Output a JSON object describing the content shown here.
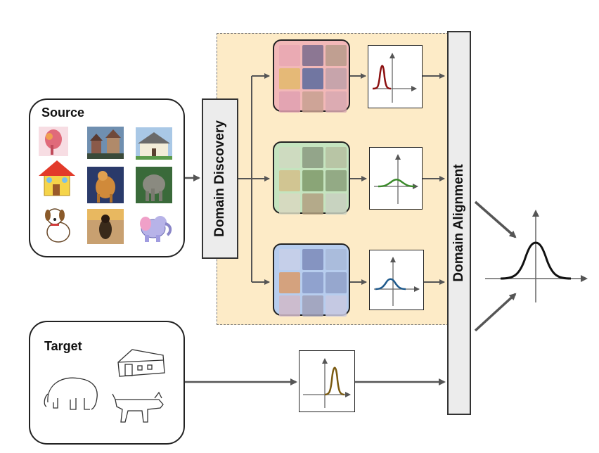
{
  "source": {
    "title": "Source"
  },
  "target": {
    "title": "Target"
  },
  "domain_discovery": {
    "label": "Domain Discovery"
  },
  "domain_alignment": {
    "label": "Domain Alignment"
  },
  "clusters": [
    {
      "name": "red",
      "bg": "#f2b8b8",
      "curve": "#8b1010",
      "thumbs": [
        "#e9a7b2",
        "#7a6b8c",
        "#b79a8a",
        "#e3b86b",
        "#5a6a9c",
        "#c0a0a8",
        "#e0a0b0",
        "#c8a090",
        "#d8a8b0"
      ]
    },
    {
      "name": "green",
      "bg": "#c5e4bf",
      "curve": "#3a8a2a",
      "thumbs": [
        "#cfd9c0",
        "#8a9a80",
        "#b5c0a0",
        "#d2c08a",
        "#7f9a6a",
        "#8aa07a",
        "#d8d8c0",
        "#b0a080",
        "#c8d0c0"
      ]
    },
    {
      "name": "blue",
      "bg": "#b7cdee",
      "curve": "#1f5a8c",
      "thumbs": [
        "#c8cfe8",
        "#7d8ab8",
        "#a8b8d8",
        "#d99a6a",
        "#8a9ac8",
        "#90a0c8",
        "#d0b8c8",
        "#a0a0b8",
        "#c8c8e0"
      ]
    }
  ],
  "colors": {
    "dashed_bg": "#fdebc7",
    "arrow": "#555555",
    "target_curve": "#7a5a10",
    "aligned_curve": "#111111"
  },
  "icons": {
    "source_images": [
      "elephant-painting",
      "houses-painting",
      "house-photo",
      "house-cartoon",
      "dog-painting",
      "elephant-photo",
      "dog-cartoon",
      "dog-photo",
      "elephant-cartoon"
    ],
    "target_sketches": [
      "house-sketch",
      "elephant-sketch",
      "dog-sketch"
    ]
  }
}
